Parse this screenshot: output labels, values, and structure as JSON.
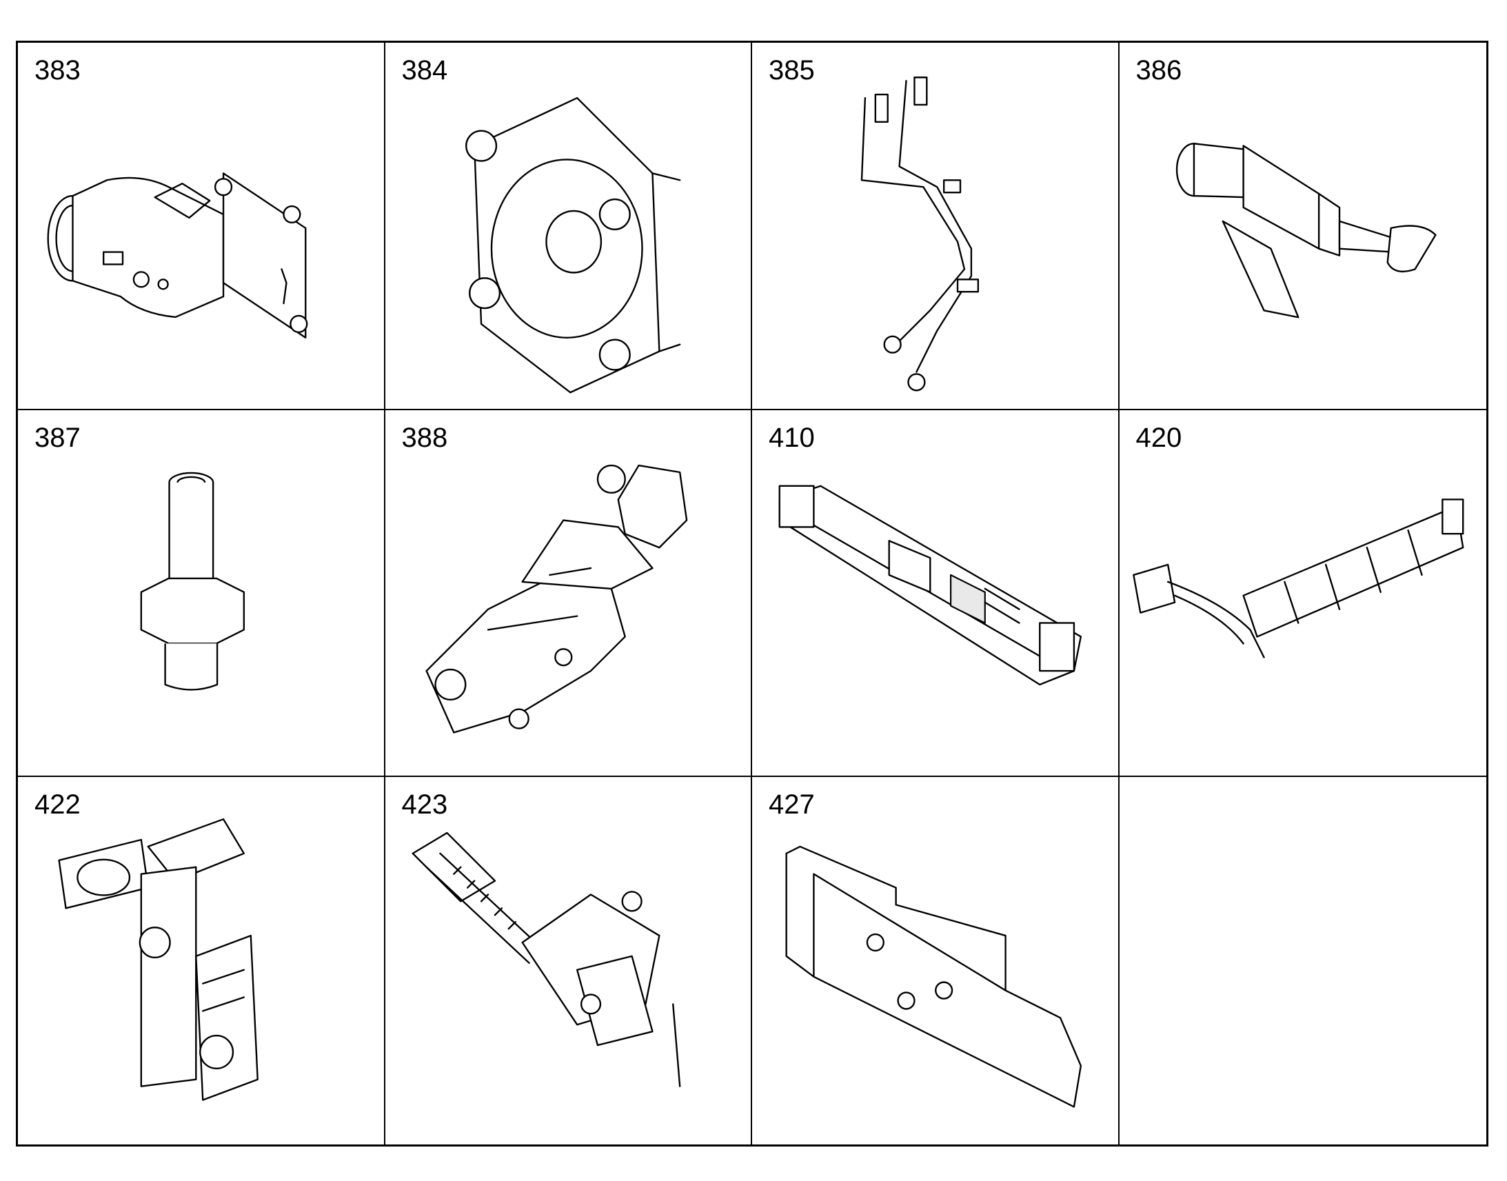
{
  "parts": [
    {
      "number": "383",
      "icon": "pipe-elbow-flange-icon"
    },
    {
      "number": "384",
      "icon": "square-flange-cover-icon"
    },
    {
      "number": "385",
      "icon": "bent-tube-lines-icon"
    },
    {
      "number": "386",
      "icon": "valve-with-handle-icon"
    },
    {
      "number": "387",
      "icon": "hex-nipple-fitting-icon"
    },
    {
      "number": "388",
      "icon": "housing-assembly-icon"
    },
    {
      "number": "410",
      "icon": "long-pipe-assembly-icon"
    },
    {
      "number": "420",
      "icon": "pipe-module-assembly-icon"
    },
    {
      "number": "422",
      "icon": "bracket-actuator-assembly-icon"
    },
    {
      "number": "423",
      "icon": "cooler-assembly-icon"
    },
    {
      "number": "427",
      "icon": "heat-shield-plate-icon"
    },
    {
      "number": "",
      "icon": ""
    }
  ]
}
